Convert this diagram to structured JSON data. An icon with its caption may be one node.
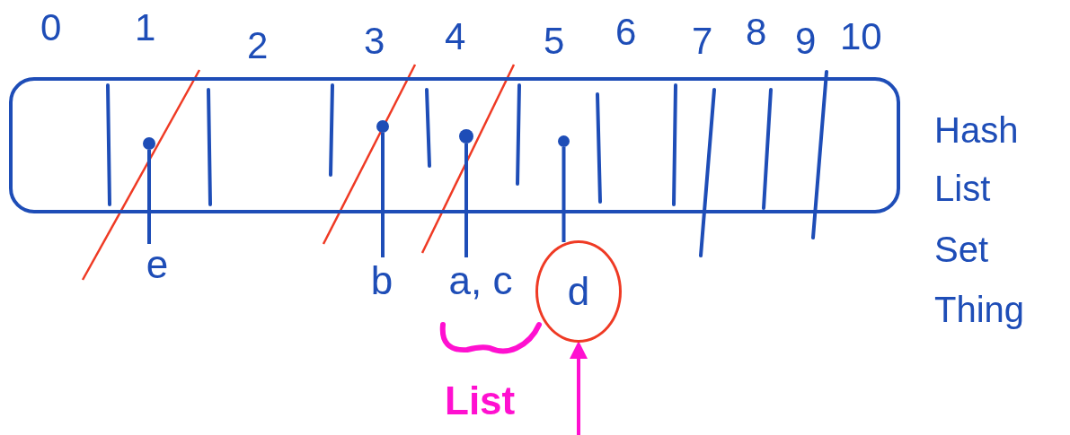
{
  "diagram": {
    "nodes": [
      {
        "text": [],
        "shape": "box"
      },
      {
        "text": [],
        "shape": "circle",
        "in": 0
      },
      {
        "text": [],
        "shape": "circle",
        "in": 0
      },
      {
        "text": [],
        "shape": "circle",
        "in": 0
      },
      {
        "text": [],
        "shape": "circle",
        "in": 0
      },
      {
        "text": [
          "e"
        ]
      },
      {
        "text": [
          "b"
        ]
      },
      {
        "text": [
          "a, c"
        ]
      },
      {
        "text": [
          "d"
        ]
      }
    ],
    "edges": [
      {
        "from": 1,
        "to": 5,
        "arrow": "none"
      },
      {
        "from": 2,
        "to": 6,
        "arrow": "none"
      },
      {
        "from": 3,
        "to": 7,
        "arrow": "none"
      },
      {
        "from": 4,
        "to": 8,
        "arrow": "none"
      },
      {
        "from": null,
        "to": 8,
        "arrow": "to",
        "color": "#ff10d0"
      }
    ],
    "labels": [
      "0",
      "1",
      "2",
      "3",
      "4",
      "5",
      "6",
      "7",
      "8",
      "9",
      "10",
      "Hash",
      "List",
      "Set",
      "Thing",
      "List"
    ]
  }
}
